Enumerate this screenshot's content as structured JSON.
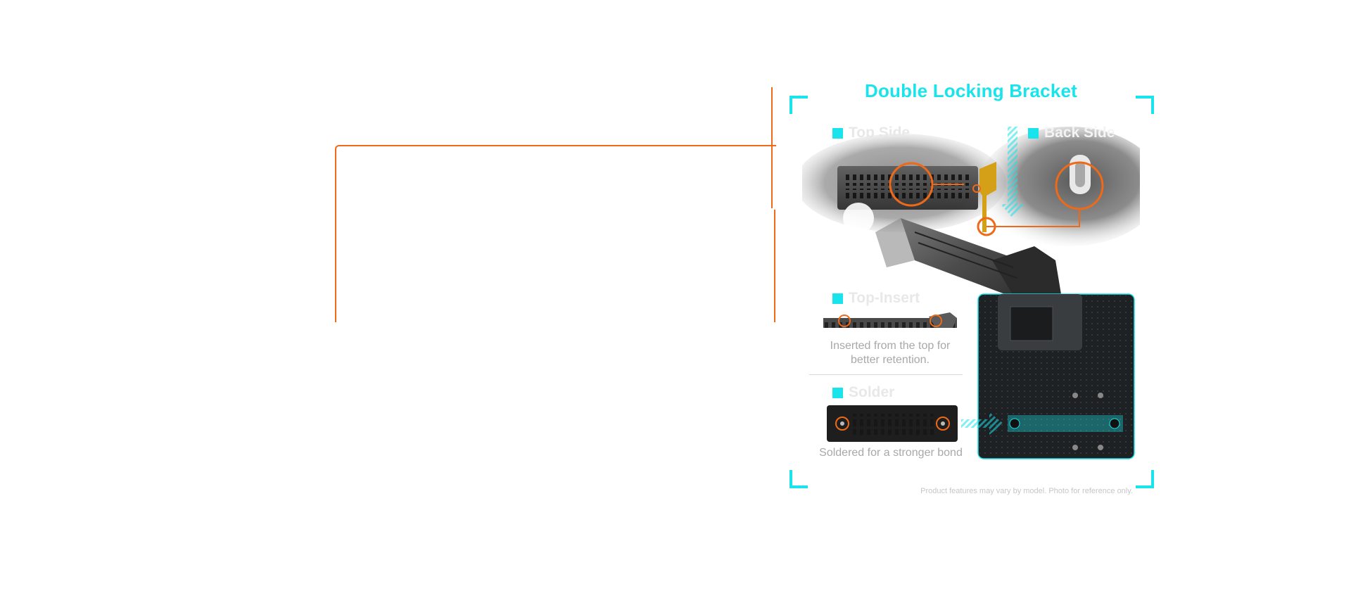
{
  "title": "Double Locking Bracket",
  "sections": {
    "top_left": {
      "label": "Top Side"
    },
    "top_right": {
      "label": "Back Side"
    },
    "middle_left": {
      "label": "Top-Insert",
      "caption": "Inserted from the top for better retention."
    },
    "bottom_left": {
      "label": "Solder",
      "caption": "Soldered for a stronger bond"
    }
  },
  "disclaimer": "Product features may vary by model.   Photo for reference only.",
  "colors": {
    "accent_cyan": "#19e4ec",
    "accent_orange": "#ee6a18",
    "highlight_gold": "#d4a017",
    "board_dark": "#1e2124"
  },
  "icons": {
    "bullet": "cyan-square-bullet",
    "highlight": "orange-ring-marker",
    "arrow_down": "cyan-striped-arrow-down",
    "arrow_right": "cyan-striped-arrow-right"
  }
}
